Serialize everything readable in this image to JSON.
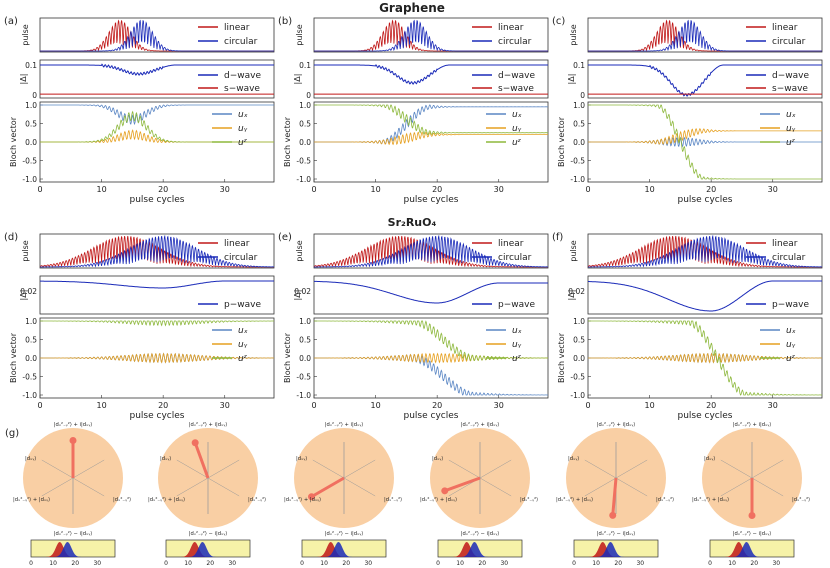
{
  "titles": {
    "top": "Graphene",
    "mid": "Sr₂RuO₄"
  },
  "panel_labels": [
    "(a)",
    "(b)",
    "(c)",
    "(d)",
    "(e)",
    "(f)",
    "(g)"
  ],
  "axis": {
    "xlabel": "pulse cycles",
    "pulse_ylabel": "pulse",
    "gap_ylabel": "|Δ|",
    "bloch_ylabel": "Bloch vector"
  },
  "x_ticks": [
    0,
    10,
    20,
    30
  ],
  "sphere_labels": {
    "top": "|dₓ²₋ᵧ²⟩ + i|dₓᵧ⟩",
    "bottom": "|dₓ²₋ᵧ²⟩ − i|dₓᵧ⟩",
    "upper_left": "|dₓᵧ⟩",
    "lower_left": "|dₓ²₋ᵧ²⟩ + |dₓᵧ⟩",
    "lower_right": "|dₓ²₋ᵧ²⟩"
  },
  "mini_ticks": [
    0,
    10,
    20,
    30
  ],
  "colors": {
    "linear": "#c01818",
    "circular": "#1a2ab8",
    "ux": "#5a86c4",
    "uy": "#e6a020",
    "uz": "#8db83c",
    "sphere": "#f9cfa4",
    "arrow": "#f07060",
    "yellow": "#f6f2a8"
  },
  "chart_data": [
    {
      "panel": "(a)",
      "type": "line",
      "series": [
        {
          "name": "linear",
          "kind": "pulse",
          "center": 13,
          "width": 1.8
        },
        {
          "name": "circular",
          "kind": "pulse",
          "center": 16.5,
          "width": 1.8
        },
        {
          "name": "d-wave",
          "kind": "gap",
          "start": 0.1,
          "min": 0.07,
          "end": 0.1
        },
        {
          "name": "s-wave",
          "kind": "gap",
          "value": 0.0
        },
        {
          "name": "ux",
          "kind": "bloch",
          "start": 1.0,
          "mid": 0.6,
          "end": 1.0
        },
        {
          "name": "uy",
          "kind": "bloch",
          "start": 0.0,
          "mid": 0.2,
          "end": 0.0
        },
        {
          "name": "uz",
          "kind": "bloch",
          "start": 0.0,
          "mid": 0.7,
          "end": 0.0
        }
      ],
      "ylim_pulse": [
        0,
        1
      ],
      "ylim_gap": [
        0,
        0.1
      ],
      "ylim_bloch": [
        -1,
        1
      ],
      "xlim": [
        0,
        38
      ]
    },
    {
      "panel": "(b)",
      "type": "line",
      "series": [
        {
          "name": "linear",
          "kind": "pulse",
          "center": 13,
          "width": 1.8
        },
        {
          "name": "circular",
          "kind": "pulse",
          "center": 16.5,
          "width": 1.8
        },
        {
          "name": "d-wave",
          "kind": "gap",
          "start": 0.1,
          "min": 0.04,
          "end": 0.1
        },
        {
          "name": "s-wave",
          "kind": "gap",
          "value": 0.0
        },
        {
          "name": "ux",
          "kind": "bloch",
          "start": 0.0,
          "end": 0.95
        },
        {
          "name": "uy",
          "kind": "bloch",
          "start": 0.0,
          "end": 0.2
        },
        {
          "name": "uz",
          "kind": "bloch",
          "start": 1.0,
          "end": 0.25
        }
      ],
      "ylim_pulse": [
        0,
        1
      ],
      "ylim_gap": [
        0,
        0.1
      ],
      "ylim_bloch": [
        -1,
        1
      ],
      "xlim": [
        0,
        38
      ]
    },
    {
      "panel": "(c)",
      "type": "line",
      "series": [
        {
          "name": "linear",
          "kind": "pulse",
          "center": 13,
          "width": 1.8
        },
        {
          "name": "circular",
          "kind": "pulse",
          "center": 16.5,
          "width": 1.8
        },
        {
          "name": "d-wave",
          "kind": "gap",
          "start": 0.1,
          "min": 0.0,
          "end": 0.1
        },
        {
          "name": "s-wave",
          "kind": "gap",
          "value": 0.0
        },
        {
          "name": "ux",
          "kind": "bloch",
          "start": 0.0,
          "end": 0.0
        },
        {
          "name": "uy",
          "kind": "bloch",
          "start": 0.0,
          "end": 0.3
        },
        {
          "name": "uz",
          "kind": "bloch",
          "start": 1.0,
          "end": -1.0
        }
      ],
      "ylim_pulse": [
        0,
        1
      ],
      "ylim_gap": [
        0,
        0.1
      ],
      "ylim_bloch": [
        -1,
        1
      ],
      "xlim": [
        0,
        38
      ]
    },
    {
      "panel": "(d)",
      "type": "line",
      "series": [
        {
          "name": "linear",
          "kind": "pulse",
          "center": 14,
          "width": 5.5
        },
        {
          "name": "circular",
          "kind": "pulse",
          "center": 20,
          "width": 5.5
        },
        {
          "name": "p-wave",
          "kind": "gap",
          "start": 0.03,
          "min": 0.023,
          "end": 0.03
        },
        {
          "name": "ux",
          "kind": "bloch",
          "start": 0.0,
          "end": 0.0
        },
        {
          "name": "uy",
          "kind": "bloch",
          "start": 0.0,
          "end": 0.0
        },
        {
          "name": "uz",
          "kind": "bloch",
          "start": 1.0,
          "end": 1.0
        }
      ],
      "ylim_pulse": [
        0,
        1
      ],
      "ylim_gap": [
        0,
        0.03
      ],
      "ylim_bloch": [
        -1,
        1
      ],
      "xlim": [
        0,
        38
      ]
    },
    {
      "panel": "(e)",
      "type": "line",
      "series": [
        {
          "name": "linear",
          "kind": "pulse",
          "center": 14,
          "width": 5.5
        },
        {
          "name": "circular",
          "kind": "pulse",
          "center": 20,
          "width": 5.5
        },
        {
          "name": "p-wave",
          "kind": "gap",
          "start": 0.03,
          "min": 0.008,
          "end": 0.028
        },
        {
          "name": "ux",
          "kind": "bloch",
          "start": 0.0,
          "end": -1.0
        },
        {
          "name": "uy",
          "kind": "bloch",
          "start": 0.0,
          "end": 0.0
        },
        {
          "name": "uz",
          "kind": "bloch",
          "start": 1.0,
          "end": 0.0
        }
      ],
      "ylim_pulse": [
        0,
        1
      ],
      "ylim_gap": [
        0,
        0.03
      ],
      "ylim_bloch": [
        -1,
        1
      ],
      "xlim": [
        0,
        38
      ]
    },
    {
      "panel": "(f)",
      "type": "line",
      "series": [
        {
          "name": "linear",
          "kind": "pulse",
          "center": 14,
          "width": 5.5
        },
        {
          "name": "circular",
          "kind": "pulse",
          "center": 20,
          "width": 5.5
        },
        {
          "name": "p-wave",
          "kind": "gap",
          "start": 0.03,
          "min": 0.0,
          "end": 0.03
        },
        {
          "name": "ux",
          "kind": "bloch",
          "start": 0.0,
          "end": 0.0
        },
        {
          "name": "uy",
          "kind": "bloch",
          "start": 0.0,
          "end": 0.0
        },
        {
          "name": "uz",
          "kind": "bloch",
          "start": 1.0,
          "end": -1.0
        }
      ],
      "ylim_pulse": [
        0,
        1
      ],
      "ylim_gap": [
        0,
        0.03
      ],
      "ylim_bloch": [
        -1,
        1
      ],
      "xlim": [
        0,
        38
      ]
    }
  ],
  "legend": {
    "linear": "linear",
    "circular": "circular",
    "dwave": "d−wave",
    "swave": "s−wave",
    "pwave": "p−wave",
    "ux": "uₓ",
    "uy": "uᵧ",
    "uz": "uᶻ"
  }
}
